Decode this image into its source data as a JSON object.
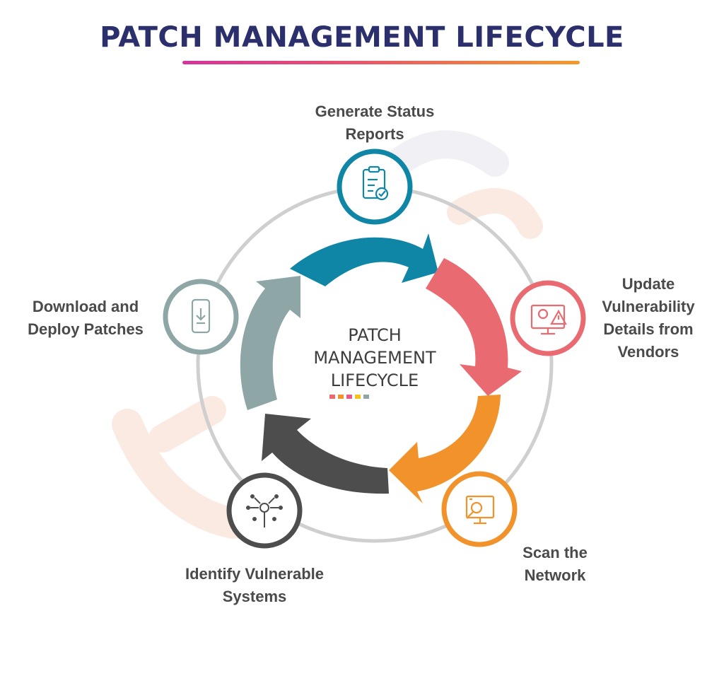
{
  "title": "PATCH MANAGEMENT LIFECYCLE",
  "center": {
    "line1": "PATCH",
    "line2": "MANAGEMENT",
    "line3": "LIFECYCLE"
  },
  "steps": [
    {
      "line1": "Generate Status",
      "line2": "Reports",
      "color": "#0f86a6",
      "icon": "clipboard-check-icon"
    },
    {
      "line1": "Update",
      "line2": "Vulnerability",
      "line3": "Details from",
      "line4": "Vendors",
      "color": "#ea6a72",
      "icon": "gear-alert-monitor-icon"
    },
    {
      "line1": "Scan the",
      "line2": "Network",
      "color": "#f2922a",
      "icon": "network-scan-monitor-icon"
    },
    {
      "line1": "Identify Vulnerable",
      "line2": "Systems",
      "color": "#4d4d4d",
      "icon": "target-nodes-icon"
    },
    {
      "line1": "Download and",
      "line2": "Deploy Patches",
      "color": "#8fa6a6",
      "icon": "phone-download-icon"
    }
  ],
  "colors": {
    "title": "#2b2f6b",
    "ring": "#cfcfcf",
    "watermark": "#f6d9cc"
  }
}
